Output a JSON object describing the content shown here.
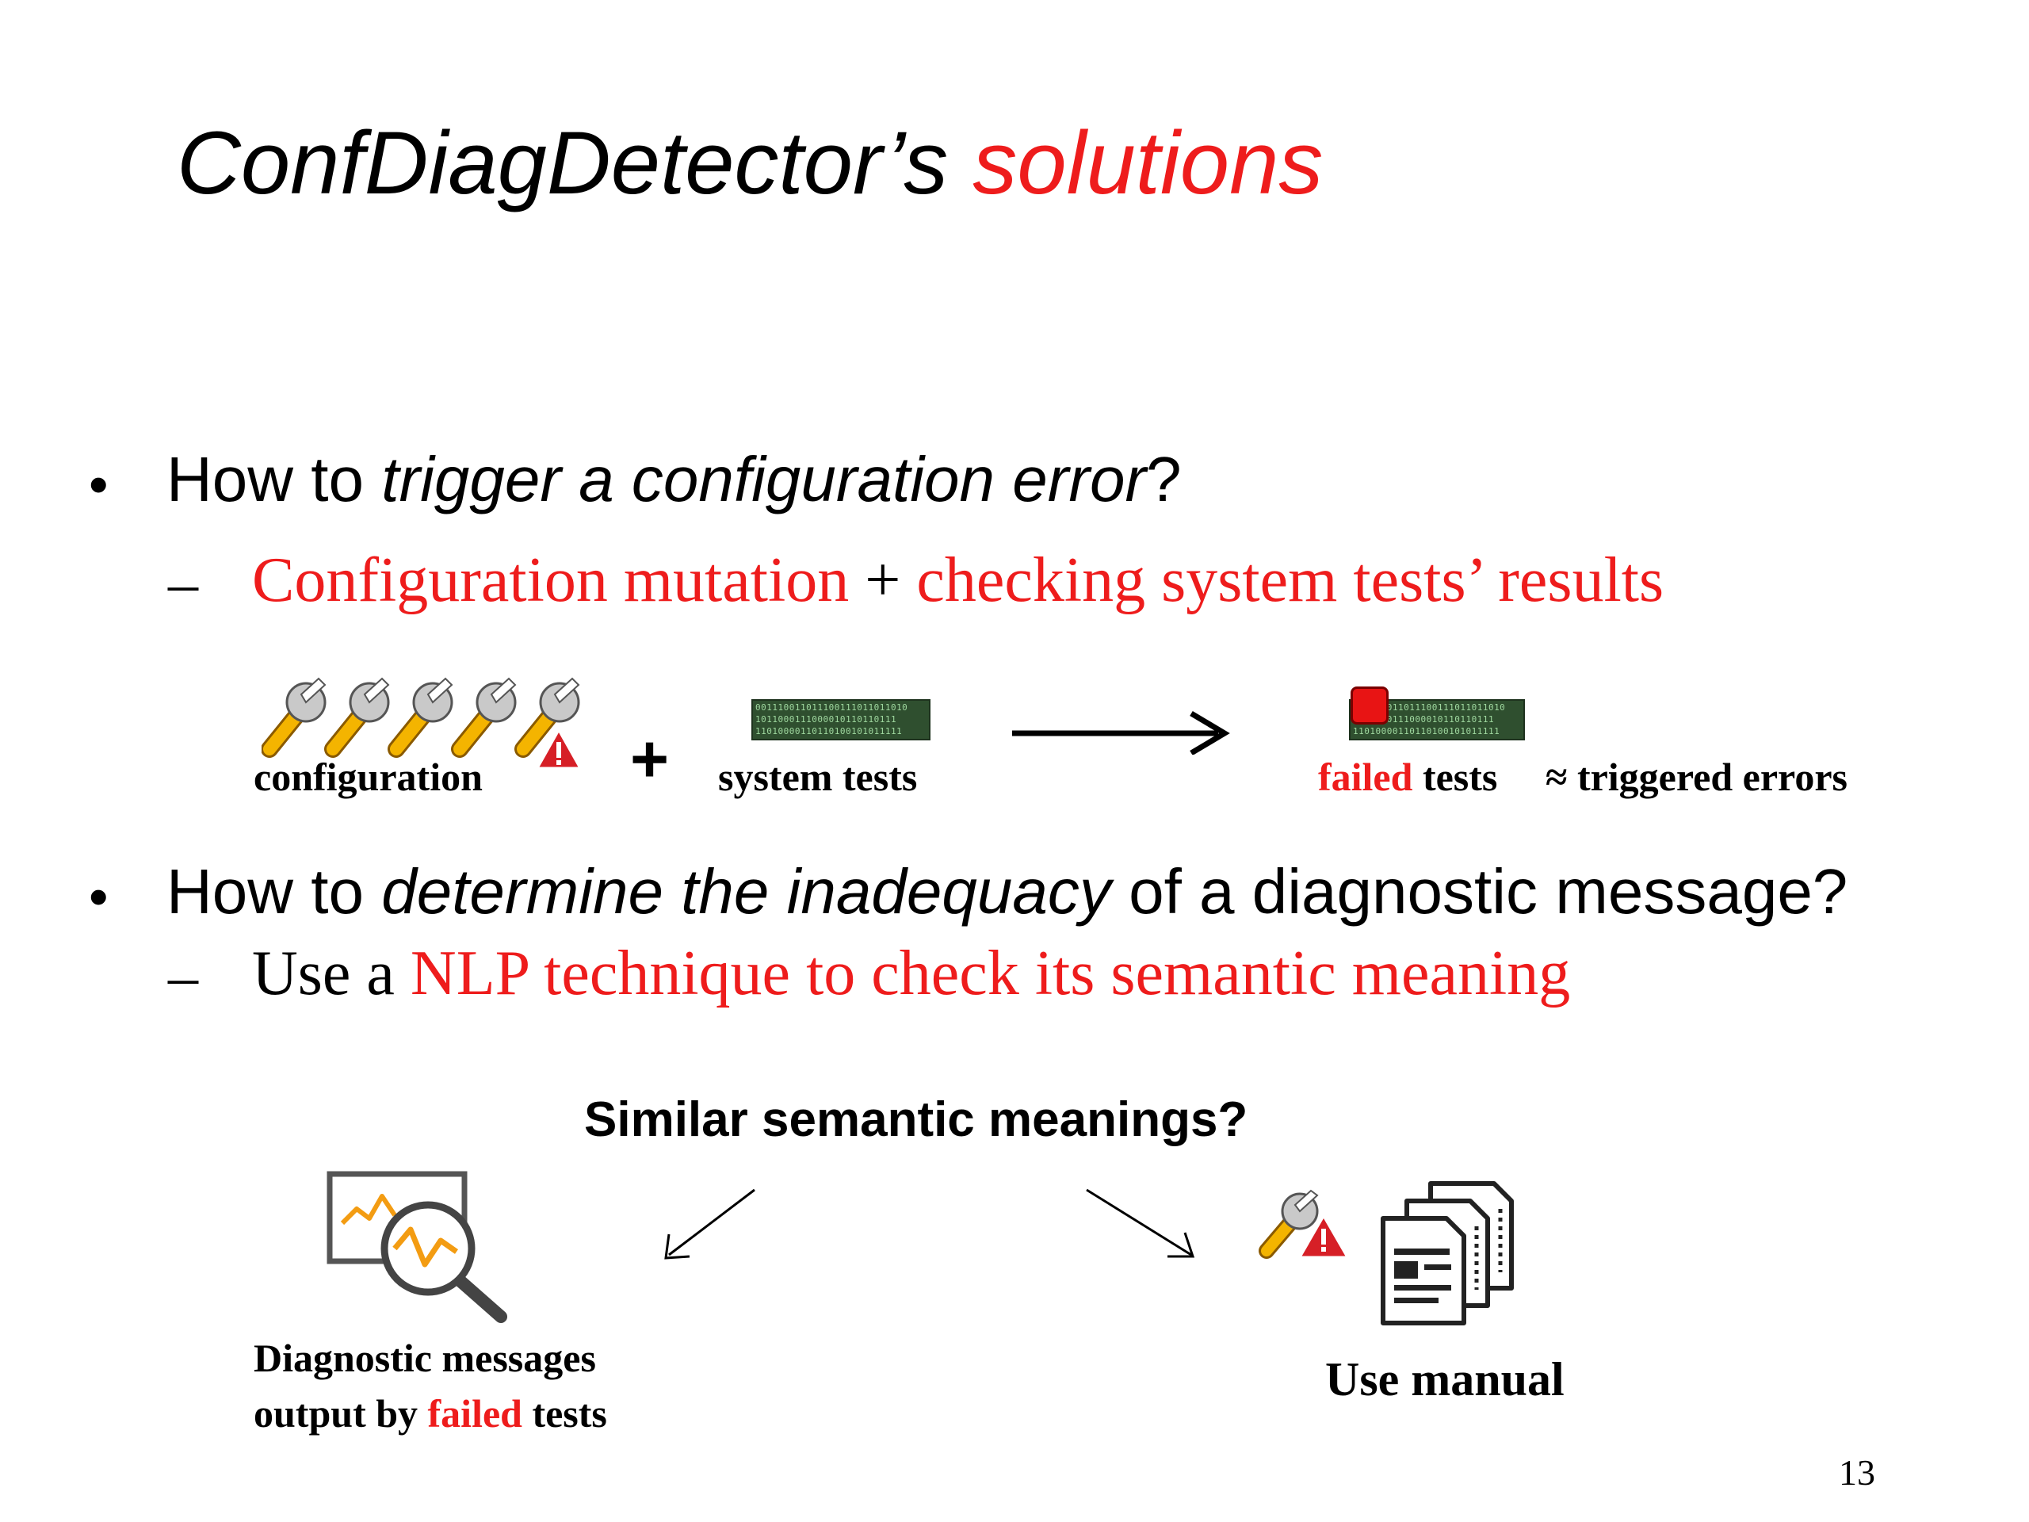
{
  "title": {
    "main": "ConfDiagDetector’s",
    "accent": "solutions"
  },
  "bullet1": {
    "prefix": "How to ",
    "italic": "trigger a configuration error",
    "suffix": "?",
    "sub": {
      "part1": "Configuration mutation",
      "plus": " + ",
      "part2": "checking system tests’ results"
    }
  },
  "diagram1": {
    "configuration_label": "configuration",
    "plus_sign": "+",
    "system_tests_label": "system tests",
    "failed_word": "failed",
    "tests_word": " tests",
    "approx_text": "≈ triggered errors",
    "binary_lines": [
      "001110011011100111011011010",
      "1011000111000010110110111",
      "11010000110110100101011111"
    ]
  },
  "bullet2": {
    "prefix": "How to ",
    "italic": "determine the inadequacy",
    "suffix": " of a diagnostic message?",
    "sub": {
      "part1": "Use a ",
      "part2": "NLP technique to check its semantic meaning"
    }
  },
  "diagram2": {
    "question": "Similar semantic meanings?",
    "diag_line1": "Diagnostic messages",
    "diag_line2_prefix": "output by ",
    "diag_line2_failed": "failed",
    "diag_line2_suffix": " tests",
    "manual_label": "Use manual"
  },
  "page_number": "13",
  "colors": {
    "accent": "#ee1c1c",
    "wrench": "#e8a317",
    "warning": "#d61f26",
    "chart_line": "#f39c12",
    "binary_bg": "#2f4f2f"
  },
  "icons": [
    "wrench-icon",
    "warning-icon",
    "binary-test-icon",
    "red-square-icon",
    "arrow-right-icon",
    "chart-magnifier-icon",
    "document-stack-icon"
  ]
}
